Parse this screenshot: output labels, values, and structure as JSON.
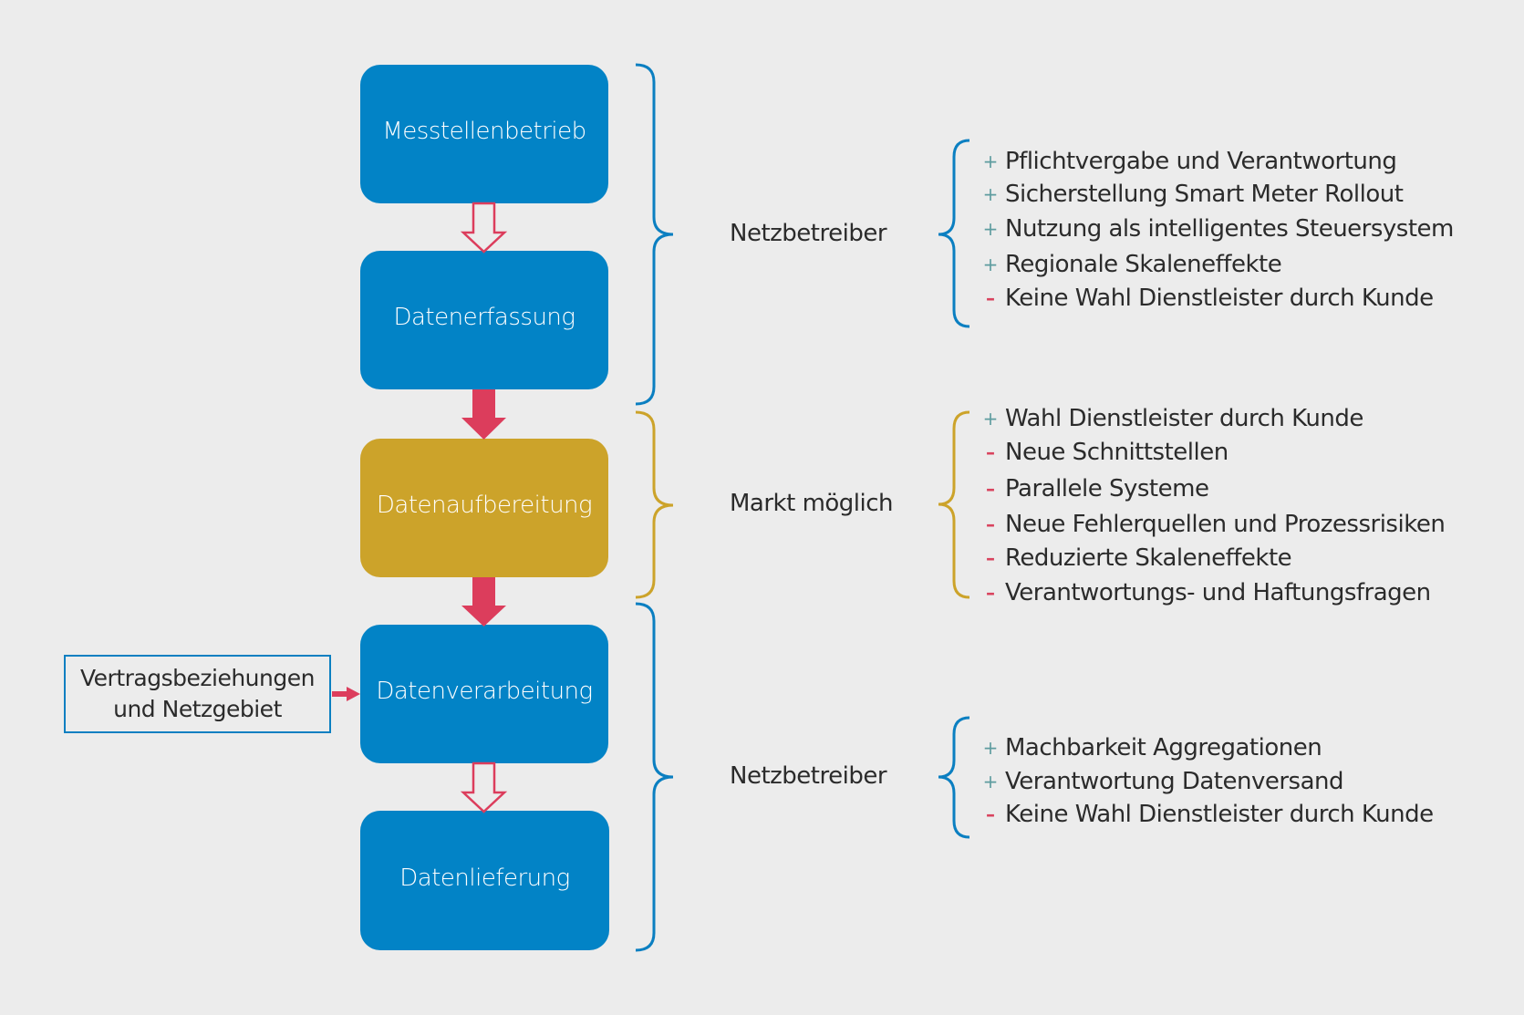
{
  "colors": {
    "background": "#ececec",
    "process_blue": "#0283c6",
    "market_gold": "#cca32a",
    "arrow_red": "#dc3d5c",
    "plus_teal": "#5e9c9f",
    "minus_red": "#d9435e",
    "text_dark": "#2b2b2b"
  },
  "process_steps": [
    {
      "label": "Messtellenbetrieb",
      "group": "netz"
    },
    {
      "label": "Datenerfassung",
      "group": "netz"
    },
    {
      "label": "Datenaufbereitung",
      "group": "markt"
    },
    {
      "label": "Datenverarbeitung",
      "group": "netz"
    },
    {
      "label": "Datenlieferung",
      "group": "netz"
    }
  ],
  "connectors": [
    {
      "from": "Messtellenbetrieb",
      "to": "Datenerfassung",
      "style": "hollow"
    },
    {
      "from": "Datenerfassung",
      "to": "Datenaufbereitung",
      "style": "solid"
    },
    {
      "from": "Datenaufbereitung",
      "to": "Datenverarbeitung",
      "style": "solid"
    },
    {
      "from": "Datenverarbeitung",
      "to": "Datenlieferung",
      "style": "hollow"
    },
    {
      "from": "Vertragsbeziehungen und Netzgebiet",
      "to": "Datenverarbeitung",
      "style": "solid-small"
    }
  ],
  "side_input": {
    "line1": "Vertragsbeziehungen",
    "line2": "und Netzgebiet"
  },
  "groups": [
    {
      "label": "Netzbetreiber",
      "color": "blue",
      "items": [
        {
          "sign": "+",
          "text": "Pflichtvergabe und Verantwortung"
        },
        {
          "sign": "+",
          "text": "Sicherstellung Smart Meter Rollout"
        },
        {
          "sign": "+",
          "text": "Nutzung als intelligentes Steuersystem"
        },
        {
          "sign": "+",
          "text": "Regionale Skaleneffekte"
        },
        {
          "sign": "–",
          "text": "Keine Wahl Dienstleister durch Kunde"
        }
      ]
    },
    {
      "label": "Markt möglich",
      "color": "gold",
      "items": [
        {
          "sign": "+",
          "text": "Wahl Dienstleister durch Kunde"
        },
        {
          "sign": "–",
          "text": "Neue Schnittstellen"
        },
        {
          "sign": "–",
          "text": "Parallele Systeme"
        },
        {
          "sign": "–",
          "text": "Neue Fehlerquellen und Prozessrisiken"
        },
        {
          "sign": "–",
          "text": "Reduzierte Skaleneffekte"
        },
        {
          "sign": "–",
          "text": "Verantwortungs- und Haftungsfragen"
        }
      ]
    },
    {
      "label": "Netzbetreiber",
      "color": "blue",
      "items": [
        {
          "sign": "+",
          "text": "Machbarkeit Aggregationen"
        },
        {
          "sign": "+",
          "text": "Verantwortung Datenversand"
        },
        {
          "sign": "–",
          "text": "Keine Wahl Dienstleister durch Kunde"
        }
      ]
    }
  ]
}
